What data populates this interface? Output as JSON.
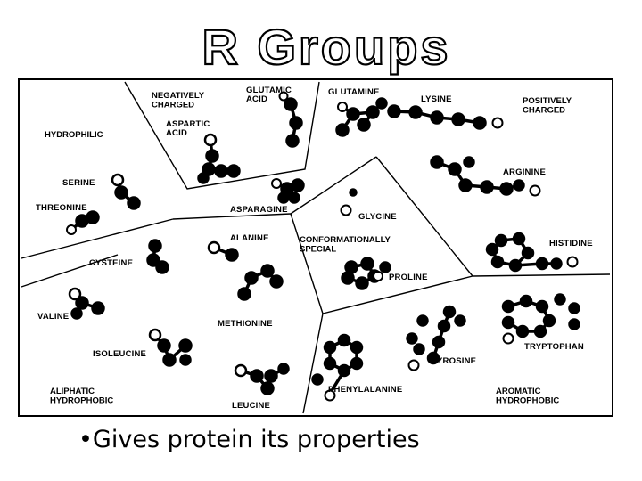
{
  "title": "R Groups",
  "bullet_text": "•Gives protein its properties",
  "regions": {
    "hydrophilic": "HYDROPHILIC",
    "negatively_charged": [
      "NEGATIVELY",
      "CHARGED"
    ],
    "positively_charged": [
      "POSITIVELY",
      "CHARGED"
    ],
    "conformationally_special": [
      "CONFORMATIONALLY",
      "SPECIAL"
    ],
    "aliphatic_hydrophobic": [
      "ALIPHATIC",
      "HYDROPHOBIC"
    ],
    "aromatic_hydrophobic": [
      "AROMATIC",
      "HYDROPHOBIC"
    ]
  },
  "amino_acids": {
    "glutamic_acid": [
      "GLUTAMIC",
      "ACID"
    ],
    "aspartic_acid": [
      "ASPARTIC",
      "ACID"
    ],
    "glutamine": "GLUTAMINE",
    "lysine": "LYSINE",
    "arginine": "ARGININE",
    "serine": "SERINE",
    "threonine": "THREONINE",
    "asparagine": "ASPARAGINE",
    "glycine": "GLYCINE",
    "alanine": "ALANINE",
    "cysteine": "CYSTEINE",
    "histidine": "HISTIDINE",
    "proline": "PROLINE",
    "valine": "VALINE",
    "methionine": "METHIONINE",
    "isoleucine": "ISOLEUCINE",
    "leucine": "LEUCINE",
    "tyrosine": "TYROSINE",
    "tryptophan": "TRYPTOPHAN",
    "phenylalanine": "PHENYLALANINE"
  },
  "colors": {
    "ink": "#000000",
    "paper": "#ffffff"
  }
}
